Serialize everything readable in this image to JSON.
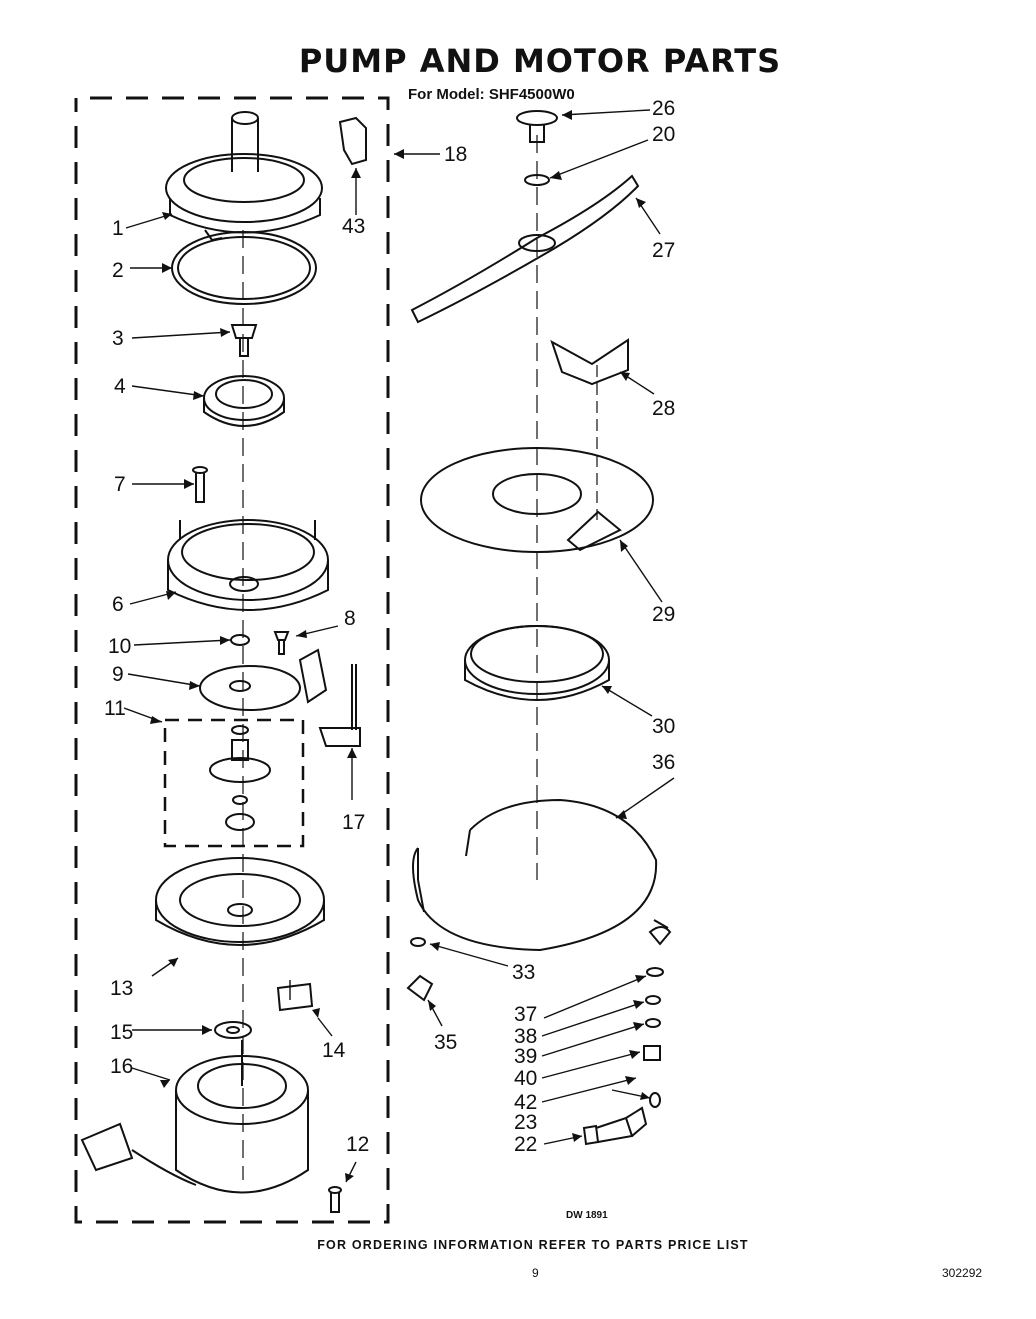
{
  "header": {
    "title": "PUMP AND MOTOR PARTS",
    "subtitle": "For Model: SHF4500W0"
  },
  "parts": [
    {
      "id": "p1",
      "number": "1"
    },
    {
      "id": "p2",
      "number": "2"
    },
    {
      "id": "p3",
      "number": "3"
    },
    {
      "id": "p4",
      "number": "4"
    },
    {
      "id": "p6",
      "number": "6"
    },
    {
      "id": "p7",
      "number": "7"
    },
    {
      "id": "p8",
      "number": "8"
    },
    {
      "id": "p9",
      "number": "9"
    },
    {
      "id": "p10",
      "number": "10"
    },
    {
      "id": "p11",
      "number": "11"
    },
    {
      "id": "p12",
      "number": "12"
    },
    {
      "id": "p13",
      "number": "13"
    },
    {
      "id": "p14",
      "number": "14"
    },
    {
      "id": "p15",
      "number": "15"
    },
    {
      "id": "p16",
      "number": "16"
    },
    {
      "id": "p17",
      "number": "17"
    },
    {
      "id": "p18",
      "number": "18"
    },
    {
      "id": "p20",
      "number": "20"
    },
    {
      "id": "p22",
      "number": "22"
    },
    {
      "id": "p23",
      "number": "23"
    },
    {
      "id": "p26",
      "number": "26"
    },
    {
      "id": "p27",
      "number": "27"
    },
    {
      "id": "p28",
      "number": "28"
    },
    {
      "id": "p29",
      "number": "29"
    },
    {
      "id": "p30",
      "number": "30"
    },
    {
      "id": "p33",
      "number": "33"
    },
    {
      "id": "p35",
      "number": "35"
    },
    {
      "id": "p36",
      "number": "36"
    },
    {
      "id": "p37",
      "number": "37"
    },
    {
      "id": "p38",
      "number": "38"
    },
    {
      "id": "p39",
      "number": "39"
    },
    {
      "id": "p40",
      "number": "40"
    },
    {
      "id": "p42",
      "number": "42"
    },
    {
      "id": "p43",
      "number": "43"
    }
  ],
  "footer": {
    "drawing_number": "DW 1891",
    "ordering_note": "FOR ORDERING INFORMATION REFER TO PARTS PRICE LIST",
    "page_number": "9",
    "document_number": "302292"
  }
}
